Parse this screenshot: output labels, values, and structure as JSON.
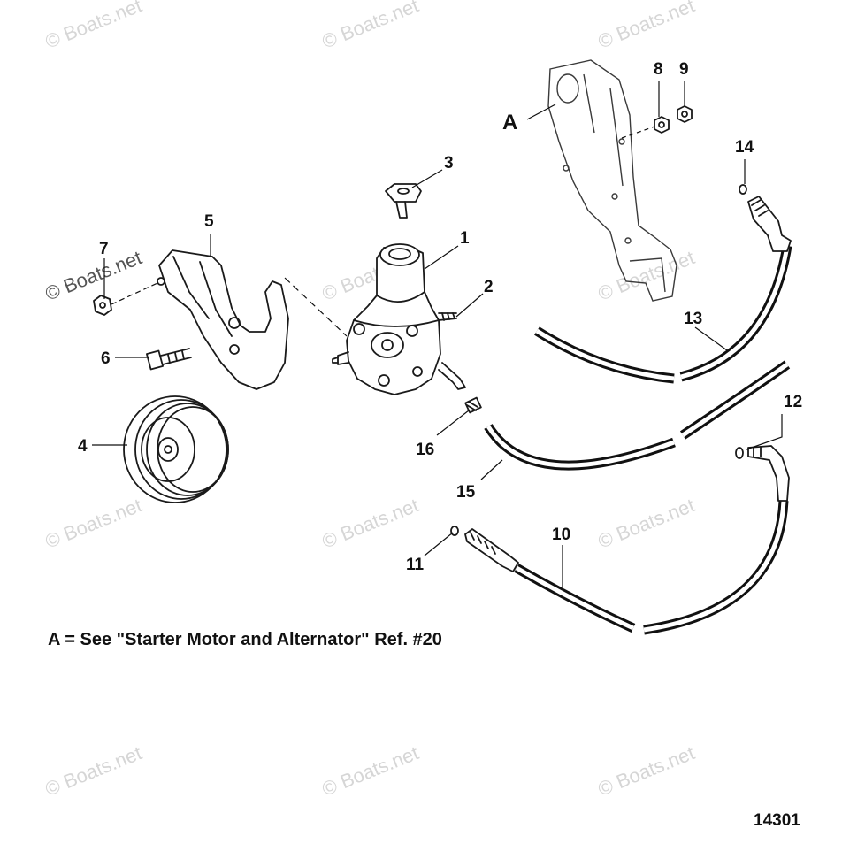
{
  "watermark": "© Boats.net",
  "callouts": {
    "p1": "1",
    "p2": "2",
    "p3": "3",
    "p4": "4",
    "p5": "5",
    "p6": "6",
    "p7": "7",
    "p8": "8",
    "p9": "9",
    "p10": "10",
    "p11": "11",
    "p12": "12",
    "p13": "13",
    "p14": "14",
    "p15": "15",
    "p16": "16",
    "pA": "A"
  },
  "note": "A = See \"Starter Motor and Alternator\" Ref. #20",
  "figure_number": "14301"
}
